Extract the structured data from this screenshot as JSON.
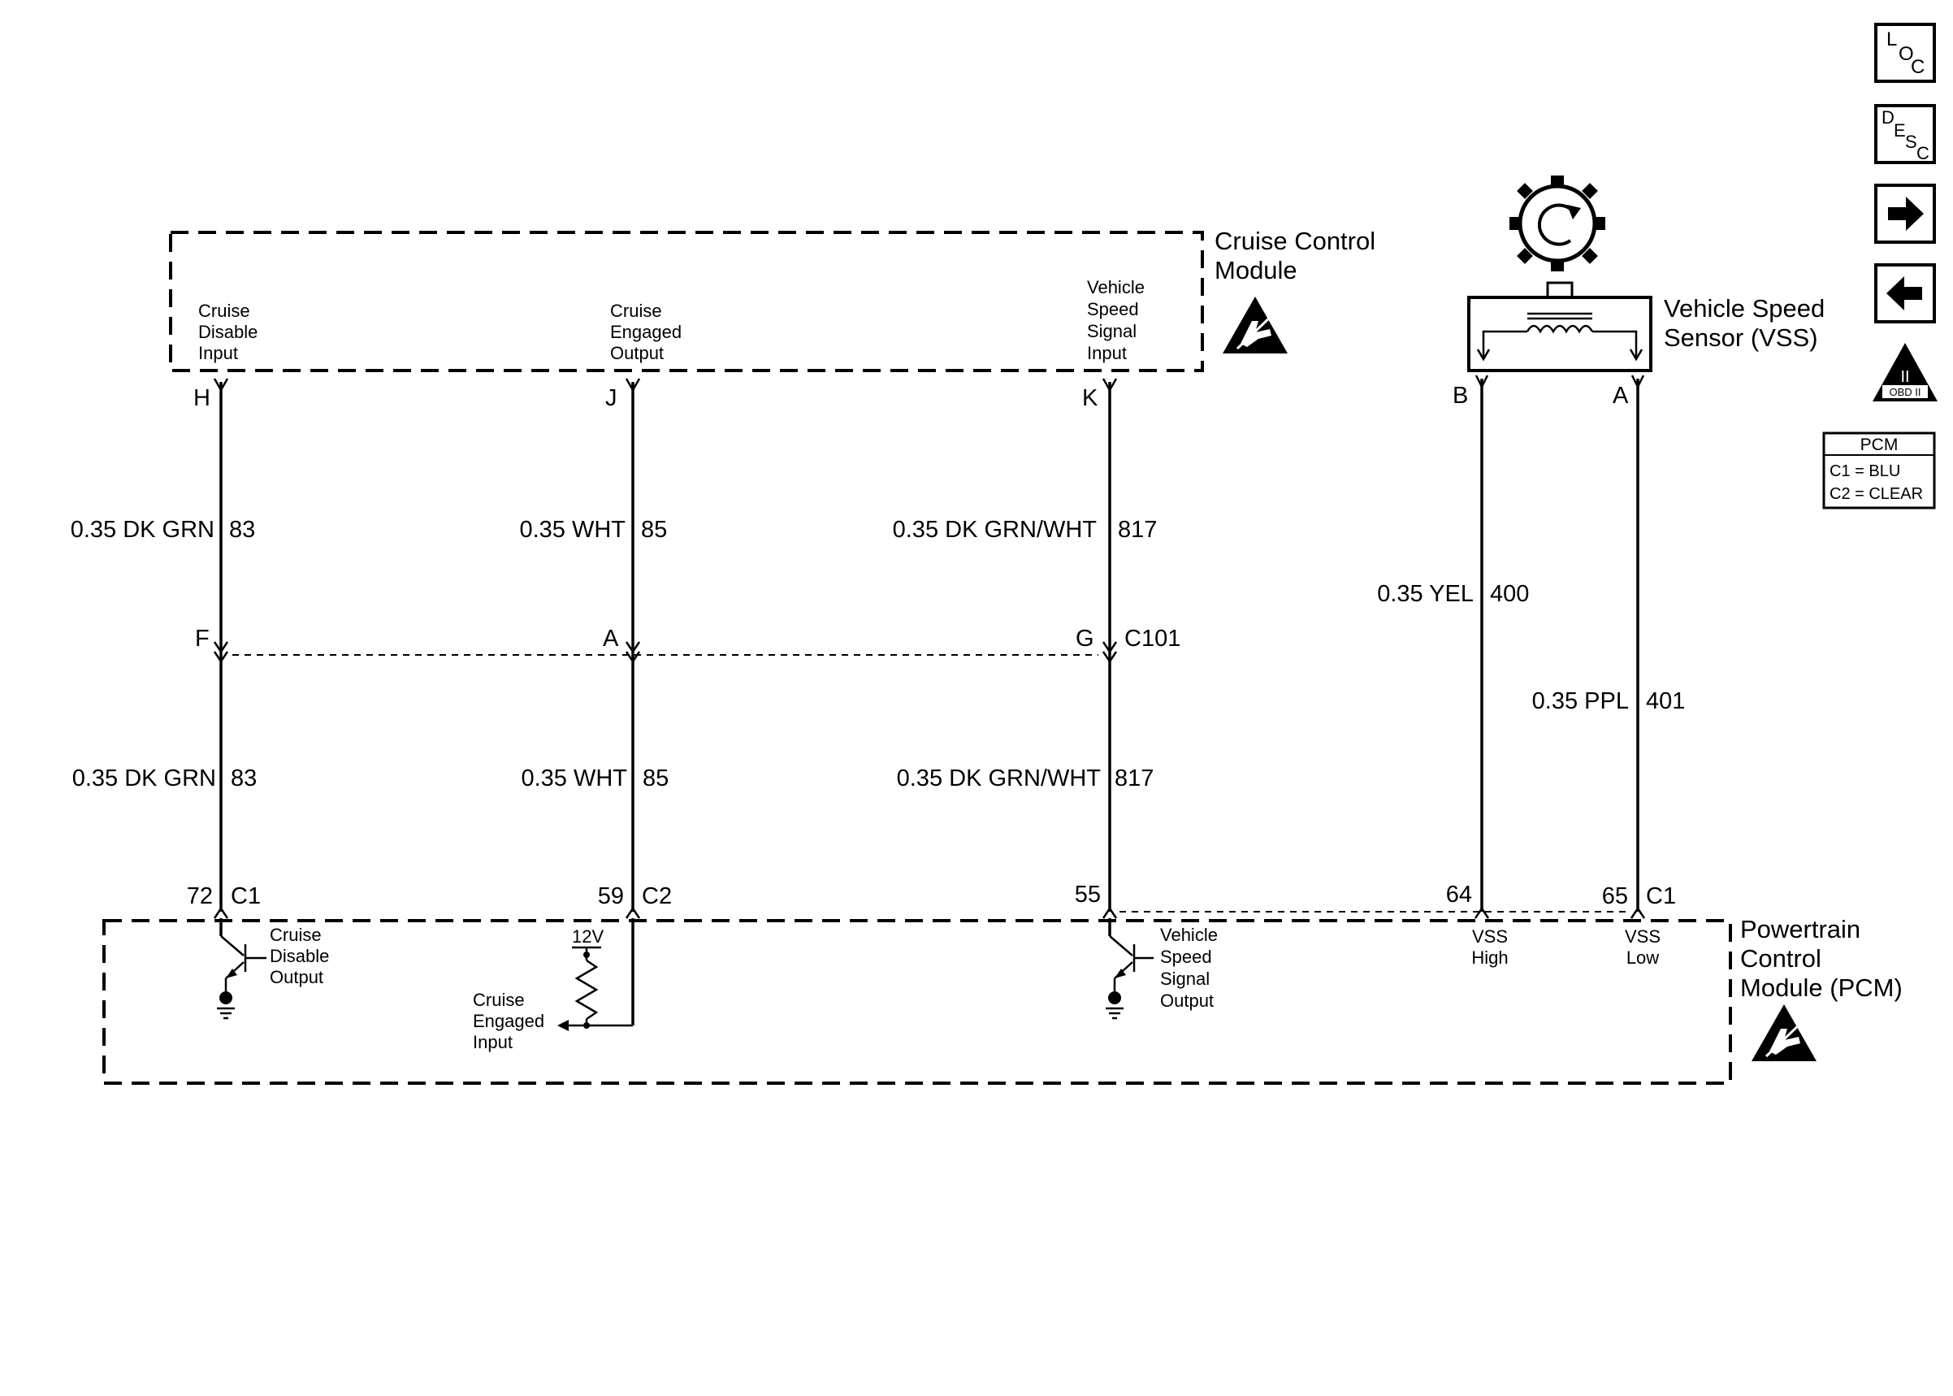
{
  "modules": {
    "ccm": {
      "title_line1": "Cruise Control",
      "title_line2": "Module"
    },
    "pcm": {
      "title_line1": "Powertrain",
      "title_line2": "Control",
      "title_line3": "Module (PCM)"
    },
    "vss": {
      "title_line1": "Vehicle Speed",
      "title_line2": "Sensor (VSS)"
    }
  },
  "ccm_terminals": [
    {
      "pin": "H",
      "label": [
        "Cruise",
        "Disable",
        "Input"
      ]
    },
    {
      "pin": "J",
      "label": [
        "Cruise",
        "Engaged",
        "Output"
      ]
    },
    {
      "pin": "K",
      "label": [
        "Vehicle",
        "Speed",
        "Signal",
        "Input"
      ]
    }
  ],
  "vss_pins": {
    "b": "B",
    "a": "A"
  },
  "wires_upper": [
    {
      "spec": "0.35 DK GRN",
      "circuit": "83"
    },
    {
      "spec": "0.35 WHT",
      "circuit": "85"
    },
    {
      "spec": "0.35 DK GRN/WHT",
      "circuit": "817"
    }
  ],
  "wires_vss": [
    {
      "spec": "0.35 YEL",
      "circuit": "400"
    },
    {
      "spec": "0.35 PPL",
      "circuit": "401"
    }
  ],
  "connector_c101": {
    "pins": [
      "F",
      "A",
      "G"
    ],
    "name": "C101"
  },
  "wires_lower": [
    {
      "spec": "0.35 DK GRN",
      "circuit": "83"
    },
    {
      "spec": "0.35 WHT",
      "circuit": "85"
    },
    {
      "spec": "0.35 DK GRN/WHT",
      "circuit": "817"
    }
  ],
  "pcm_terminals": [
    {
      "pin": "72",
      "connector": "C1"
    },
    {
      "pin": "59",
      "connector": "C2"
    },
    {
      "pin": "55",
      "connector": ""
    },
    {
      "pin": "64",
      "connector": ""
    },
    {
      "pin": "65",
      "connector": "C1"
    }
  ],
  "pcm_internal": {
    "cruise_disable_output": [
      "Cruise",
      "Disable",
      "Output"
    ],
    "voltage": "12V",
    "cruise_engaged_input": [
      "Cruise",
      "Engaged",
      "Input"
    ],
    "vss_signal_output": [
      "Vehicle",
      "Speed",
      "Signal",
      "Output"
    ],
    "vss_high": [
      "VSS",
      "High"
    ],
    "vss_low": [
      "VSS",
      "Low"
    ]
  },
  "side_icons": {
    "loc": {
      "l": "L",
      "o": "O",
      "c": "C"
    },
    "desc": {
      "d": "D",
      "e": "E",
      "s": "S",
      "c": "C"
    },
    "obd": {
      "roman": "II",
      "text": "OBD II"
    }
  },
  "pcm_legend": {
    "title": "PCM",
    "line1": "C1 = BLU",
    "line2": "C2 = CLEAR"
  }
}
